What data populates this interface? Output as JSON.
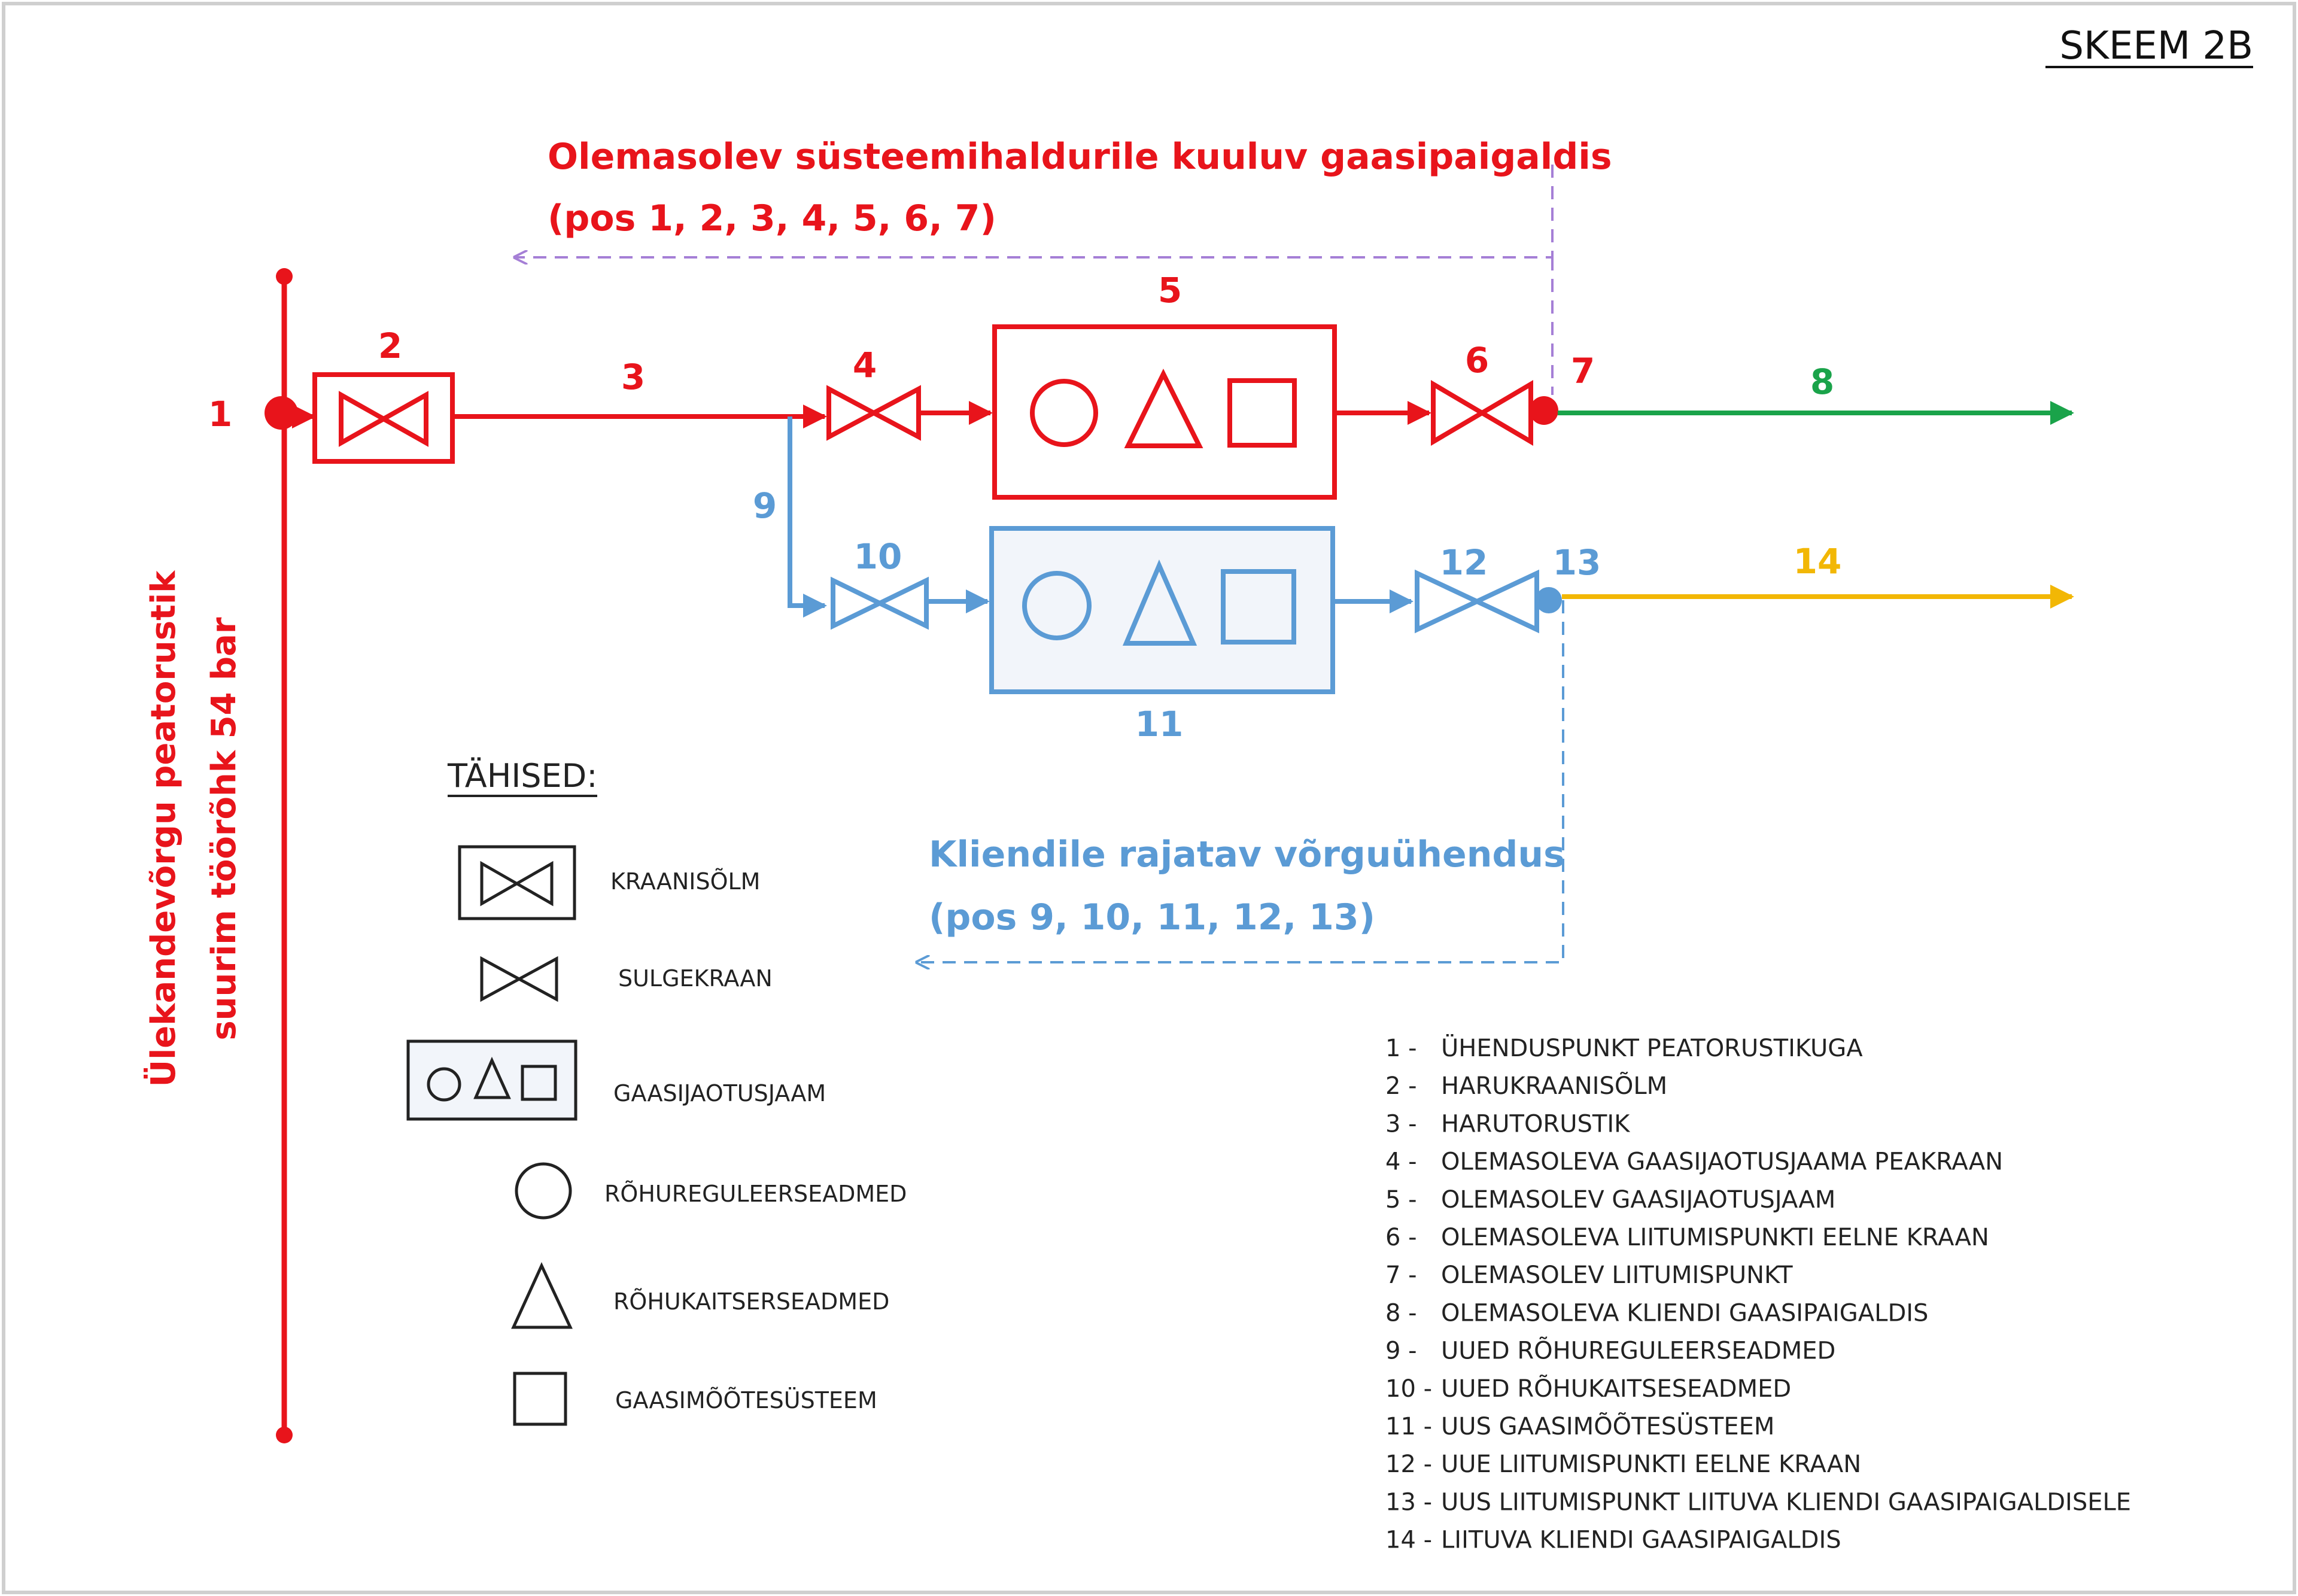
{
  "title": "SKEEM 2B",
  "colors": {
    "red": "#e8141b",
    "blue": "#5b9bd5",
    "green": "#1aa34a",
    "yellow": "#f2b705",
    "purple": "#a57fd6",
    "station_fill": "#f2f5fa",
    "legend_line": "#222222",
    "frame": "#cfcfcf"
  },
  "main_pipe": {
    "label_line1": "Ülekandevõrgu peatorustik",
    "label_line2": "suurim töörõhk 54 bar"
  },
  "existing_section": {
    "label_line1": "Olemasolev süsteemihaldurile kuuluv gaasipaigaldis",
    "label_line2": "(pos 1, 2, 3, 4, 5, 6, 7)"
  },
  "new_section": {
    "label_line1": "Kliendile rajatav võrguühendus",
    "label_line2": "(pos 9, 10, 11, 12, 13)"
  },
  "positions": {
    "p1": "1",
    "p2": "2",
    "p3": "3",
    "p4": "4",
    "p5": "5",
    "p6": "6",
    "p7": "7",
    "p8": "8",
    "p9": "9",
    "p10": "10",
    "p11": "11",
    "p12": "12",
    "p13": "13",
    "p14": "14"
  },
  "legend": {
    "title": "TÄHISED:",
    "items": [
      {
        "symbol": "kraanisolm",
        "label": "KRAANISÕLM"
      },
      {
        "symbol": "sulgekraan",
        "label": "SULGEKRAAN"
      },
      {
        "symbol": "gaasijaotusjaam",
        "label": "GAASIJAOTUSJAAM"
      },
      {
        "symbol": "circle",
        "label": "RÕHUREGULEERSEADMED"
      },
      {
        "symbol": "triangle",
        "label": "RÕHUKAITSERSEADMED"
      },
      {
        "symbol": "square",
        "label": "GAASIMÕÕTESÜSTEEM"
      }
    ]
  },
  "index_list": [
    {
      "num": "1 -",
      "text": "ÜHENDUSPUNKT PEATORUSTIKUGA"
    },
    {
      "num": "2 -",
      "text": "HARUKRAANISÕLM"
    },
    {
      "num": "3 -",
      "text": "HARUTORUSTIK"
    },
    {
      "num": "4 -",
      "text": "OLEMASOLEVA GAASIJAOTUSJAAMA PEAKRAAN"
    },
    {
      "num": "5 -",
      "text": "OLEMASOLEV GAASIJAOTUSJAAM"
    },
    {
      "num": "6 -",
      "text": "OLEMASOLEVA LIITUMISPUNKTI EELNE KRAAN"
    },
    {
      "num": "7 -",
      "text": "OLEMASOLEV  LIITUMISPUNKT"
    },
    {
      "num": "8 -",
      "text": "OLEMASOLEVA KLIENDI GAASIPAIGALDIS"
    },
    {
      "num": "9 -",
      "text": "UUED RÕHUREGULEERSEADMED"
    },
    {
      "num": "10 -",
      "text": "UUED RÕHUKAITSESEADMED"
    },
    {
      "num": "11 -",
      "text": "UUS GAASIMÕÕTESÜSTEEM"
    },
    {
      "num": "12 -",
      "text": "UUE LIITUMISPUNKTI EELNE KRAAN"
    },
    {
      "num": "13 -",
      "text": "UUS LIITUMISPUNKT LIITUVA KLIENDI GAASIPAIGALDISELE"
    },
    {
      "num": "14 -",
      "text": "LIITUVA KLIENDI GAASIPAIGALDIS"
    }
  ]
}
